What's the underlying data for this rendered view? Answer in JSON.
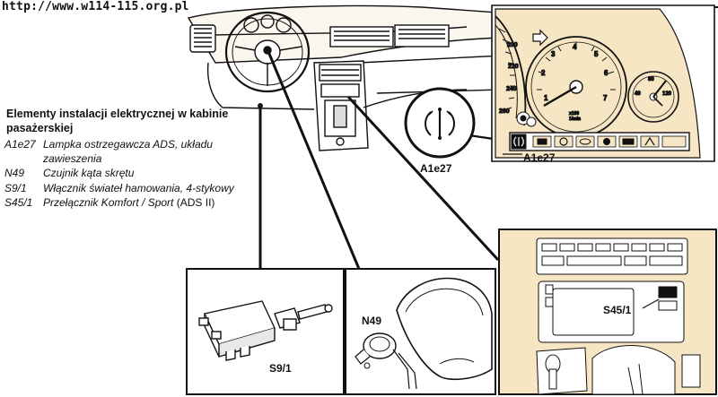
{
  "source_url": "http://www.w114-115.org.pl",
  "heading": "Elementy instalacji elektrycznej w kabinie pasażerskiej",
  "legend": [
    {
      "code": "A1e27",
      "desc": "Lampka ostrzegawcza ADS, układu zawieszenia",
      "suffix": ""
    },
    {
      "code": "N49",
      "desc": "Czujnik kąta skrętu",
      "suffix": ""
    },
    {
      "code": "S9/1",
      "desc": "Włącznik świateł hamowania, 4-stykowy",
      "suffix": ""
    },
    {
      "code": "S45/1",
      "desc": "Przełącznik Komfort / Sport",
      "suffix": " (ADS II)"
    }
  ],
  "callouts": {
    "a1e27_round": "A1e27",
    "a1e27_cluster": "A1e27",
    "n49": "N49",
    "s91": "S9/1",
    "s451": "S45/1"
  },
  "gauge_numbers": {
    "speedo": [
      "200",
      "220",
      "240",
      "260"
    ],
    "tacho": [
      "1",
      "2",
      "3",
      "4",
      "5",
      "6",
      "7"
    ],
    "tacho_units": [
      "x100",
      "1/min"
    ],
    "temp": [
      "40",
      "80",
      "120"
    ]
  },
  "colors": {
    "beige": "#f7e6c4",
    "line": "#111111",
    "accent_bar": "#1a1a1a"
  }
}
